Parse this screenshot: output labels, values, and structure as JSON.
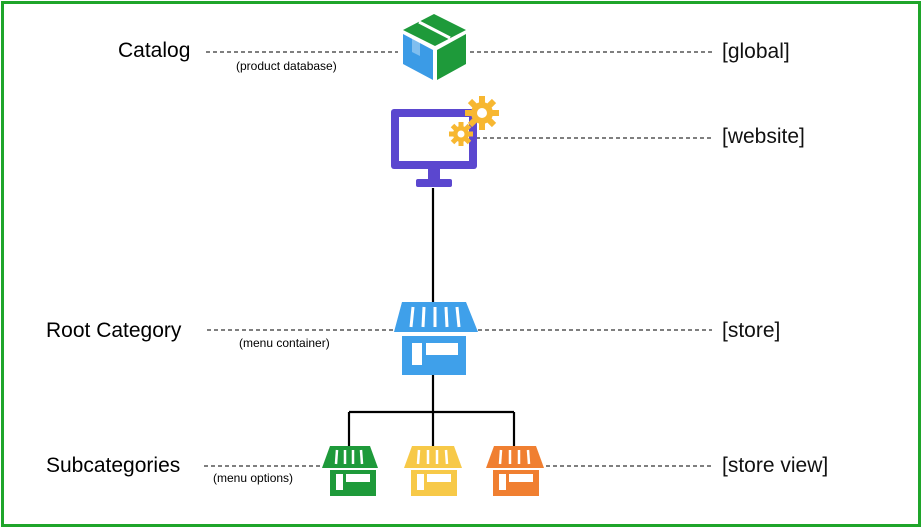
{
  "colors": {
    "border": "#1fa52a",
    "catalog_box_green": "#1e9a3a",
    "catalog_box_blue": "#3b9be6",
    "monitor": "#5b47cf",
    "gear": "#f7b731",
    "store_blue": "#3fa0ea",
    "store_green": "#1e9a3a",
    "store_yellow": "#f7c948",
    "store_orange": "#f07f31",
    "line": "#000000",
    "dashes": "#333333"
  },
  "levels": [
    {
      "title": "Catalog",
      "subtitle": "(product database)",
      "scope": "[global]",
      "icon": "box-icon"
    },
    {
      "title": "",
      "subtitle": "",
      "scope": "[website]",
      "icon": "monitor-gears-icon"
    },
    {
      "title": "Root Category",
      "subtitle": "(menu container)",
      "scope": "[store]",
      "icon": "store-icon"
    },
    {
      "title": "Subcategories",
      "subtitle": "(menu options)",
      "scope": "[store view]",
      "icon": "store-icon"
    }
  ]
}
